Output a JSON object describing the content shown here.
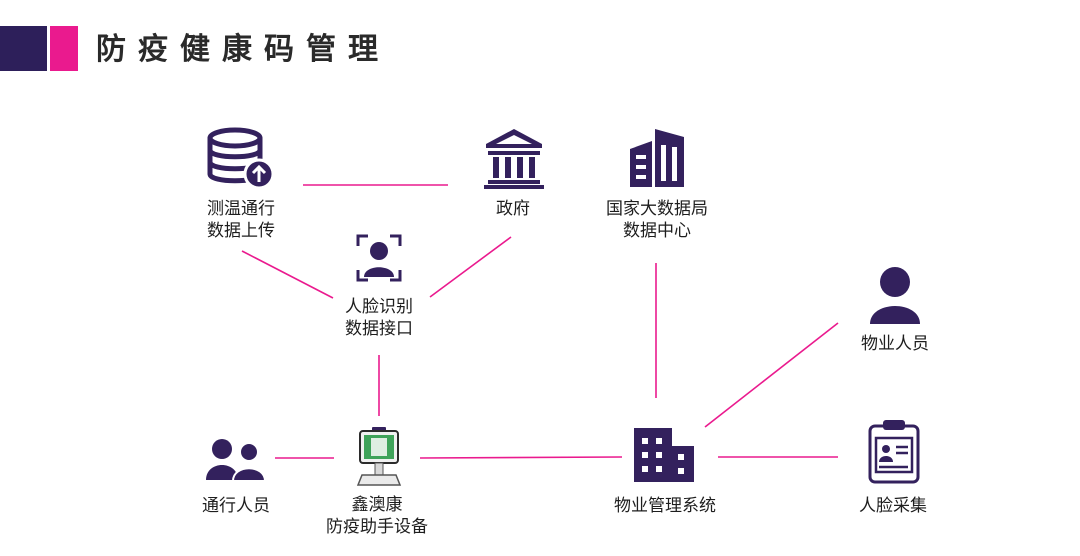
{
  "header": {
    "title": "防疫健康码管理"
  },
  "colors": {
    "accent": "#ea1a8e",
    "icon": "#33215d",
    "header_dark": "#2d1f5a"
  },
  "nodes": {
    "temp_upload": {
      "icon": "database-upload-icon",
      "line1": "测温通行",
      "line2": "数据上传"
    },
    "government": {
      "icon": "government-building-icon",
      "line1": "政府"
    },
    "bigdata": {
      "icon": "office-buildings-icon",
      "line1": "国家大数据局",
      "line2": "数据中心"
    },
    "face_api": {
      "icon": "face-scan-icon",
      "line1": "人脸识别",
      "line2": "数据接口"
    },
    "property_staff": {
      "icon": "person-icon",
      "line1": "物业人员"
    },
    "pedestrians": {
      "icon": "people-group-icon",
      "line1": "通行人员"
    },
    "device": {
      "icon": "kiosk-device-icon",
      "line1": "鑫澳康",
      "line2": "防疫助手设备"
    },
    "property_system": {
      "icon": "building-icon",
      "line1": "物业管理系统"
    },
    "face_collect": {
      "icon": "id-clipboard-icon",
      "line1": "人脸采集"
    }
  }
}
